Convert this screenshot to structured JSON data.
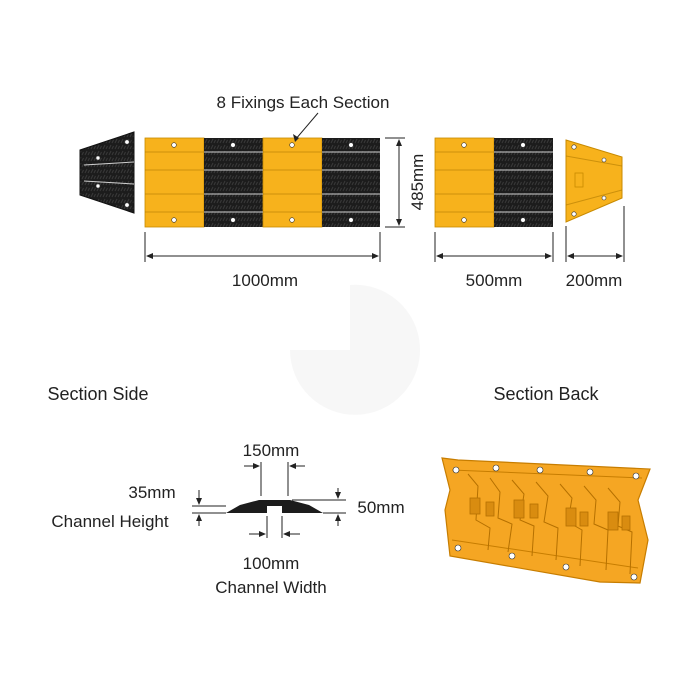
{
  "colors": {
    "yellow": "#f7b21c",
    "yellow_dark": "#d9950a",
    "black": "#1c1c1c",
    "back_yellow": "#f5a623",
    "back_edge": "#c77d00"
  },
  "labels": {
    "fixings": "8 Fixings Each Section",
    "width_1000": "1000mm",
    "width_500": "500mm",
    "width_200": "200mm",
    "height_485": "485mm",
    "section_side": "Section Side",
    "section_back": "Section Back",
    "w150": "150mm",
    "h35": "35mm",
    "channel_height": "Channel Height",
    "h50": "50mm",
    "w100": "100mm",
    "channel_width": "Channel Width"
  }
}
